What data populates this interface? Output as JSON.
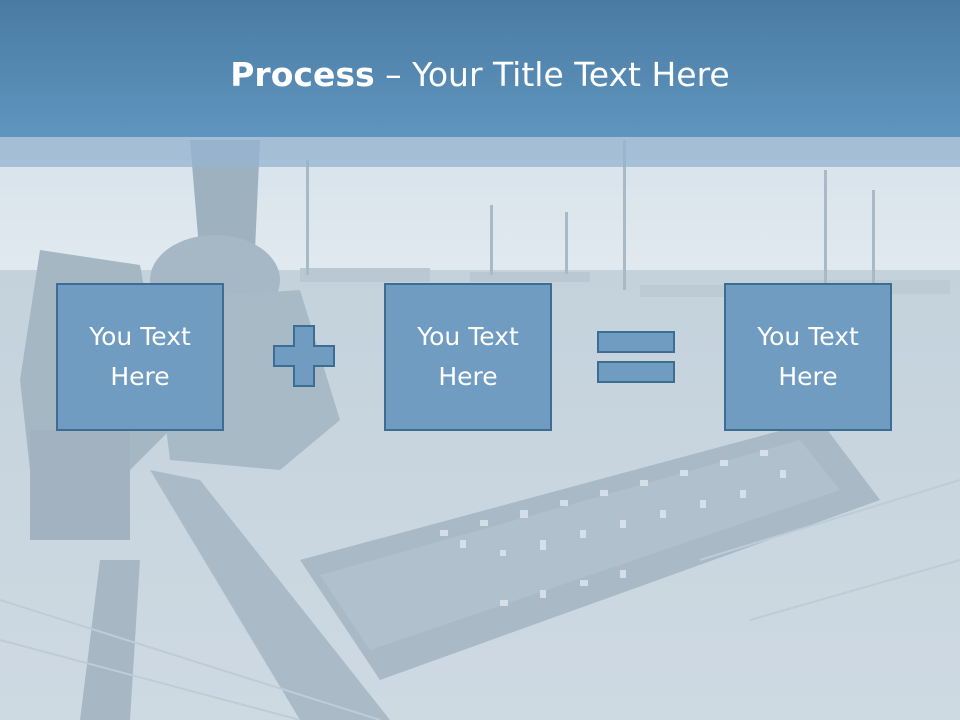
{
  "title": {
    "bold": "Process",
    "rest": " – Your Title Text Here"
  },
  "steps": [
    {
      "label": "You Text\nHere"
    },
    {
      "label": "You Text\nHere"
    },
    {
      "label": "You Text\nHere"
    }
  ],
  "operators": {
    "plus": "plus-icon",
    "equals": "equals-icon"
  },
  "colors": {
    "title_band": "#5a8db6",
    "box_fill": "#6f9cc0",
    "box_border": "#3e6d93",
    "text": "#ffffff"
  }
}
